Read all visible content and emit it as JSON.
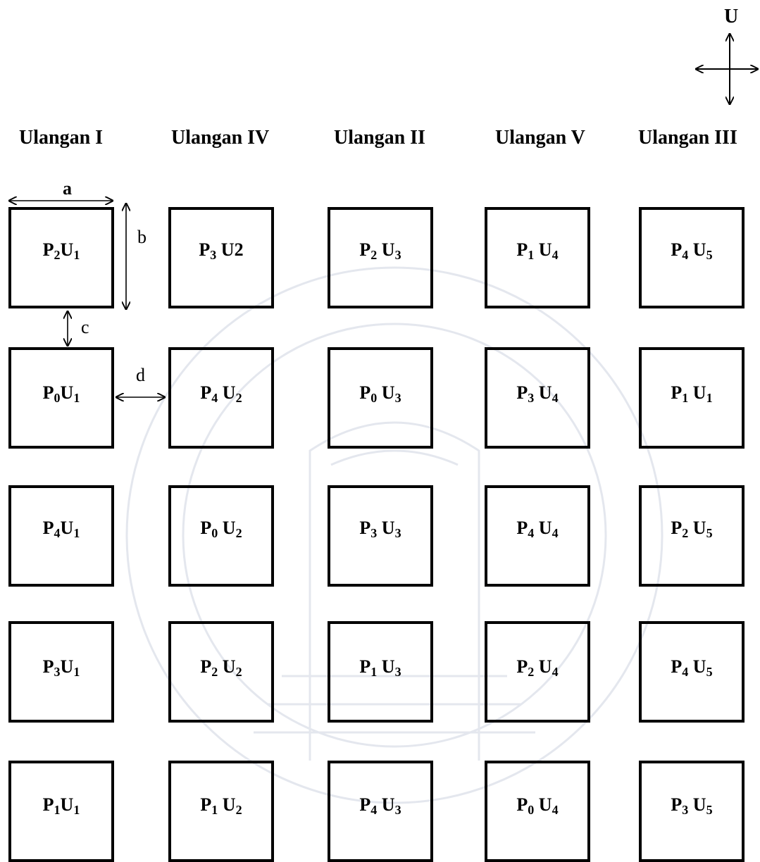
{
  "compass": {
    "north_label": "U"
  },
  "columns": [
    {
      "header": "Ulangan I",
      "plots": [
        {
          "p": "P",
          "ps": "2",
          "u": "U",
          "us": "1"
        },
        {
          "p": "P",
          "ps": "0",
          "u": "U",
          "us": "1"
        },
        {
          "p": "P",
          "ps": "4",
          "u": "U",
          "us": "1"
        },
        {
          "p": "P",
          "ps": "3",
          "u": "U",
          "us": "1"
        },
        {
          "p": "P",
          "ps": "1",
          "u": "U",
          "us": "1"
        }
      ]
    },
    {
      "header": "Ulangan IV",
      "plots": [
        {
          "p": "P",
          "ps": "3",
          "u": " U2",
          "us": ""
        },
        {
          "p": "P",
          "ps": "4",
          "u": " U",
          "us": "2"
        },
        {
          "p": "P",
          "ps": "0",
          "u": " U",
          "us": "2"
        },
        {
          "p": "P",
          "ps": "2",
          "u": " U",
          "us": "2"
        },
        {
          "p": "P",
          "ps": "1",
          "u": " U",
          "us": "2"
        }
      ]
    },
    {
      "header": "Ulangan II",
      "plots": [
        {
          "p": "P",
          "ps": "2",
          "u": " U",
          "us": "3"
        },
        {
          "p": "P",
          "ps": "0",
          "u": " U",
          "us": "3"
        },
        {
          "p": "P",
          "ps": "3",
          "u": " U",
          "us": "3"
        },
        {
          "p": "P",
          "ps": "1",
          "u": " U",
          "us": "3"
        },
        {
          "p": "P",
          "ps": "4",
          "u": " U",
          "us": "3"
        }
      ]
    },
    {
      "header": "Ulangan V",
      "plots": [
        {
          "p": "P",
          "ps": "1",
          "u": " U",
          "us": "4"
        },
        {
          "p": "P",
          "ps": "3",
          "u": " U",
          "us": "4"
        },
        {
          "p": "P",
          "ps": "4",
          "u": " U",
          "us": "4"
        },
        {
          "p": "P",
          "ps": "2",
          "u": " U",
          "us": "4"
        },
        {
          "p": "P",
          "ps": "0",
          "u": " U",
          "us": "4"
        }
      ]
    },
    {
      "header": "Ulangan III",
      "plots": [
        {
          "p": "P",
          "ps": "4",
          "u": " U",
          "us": "5"
        },
        {
          "p": "P",
          "ps": "1",
          "u": " U",
          "us": "1"
        },
        {
          "p": "P",
          "ps": "2",
          "u": " U",
          "us": "5"
        },
        {
          "p": "P",
          "ps": "4",
          "u": " U",
          "us": "5"
        },
        {
          "p": "P",
          "ps": "3",
          "u": " U",
          "us": "5"
        }
      ]
    }
  ],
  "dimensions": {
    "a": "a",
    "b": "b",
    "c": "c",
    "d": "d"
  }
}
